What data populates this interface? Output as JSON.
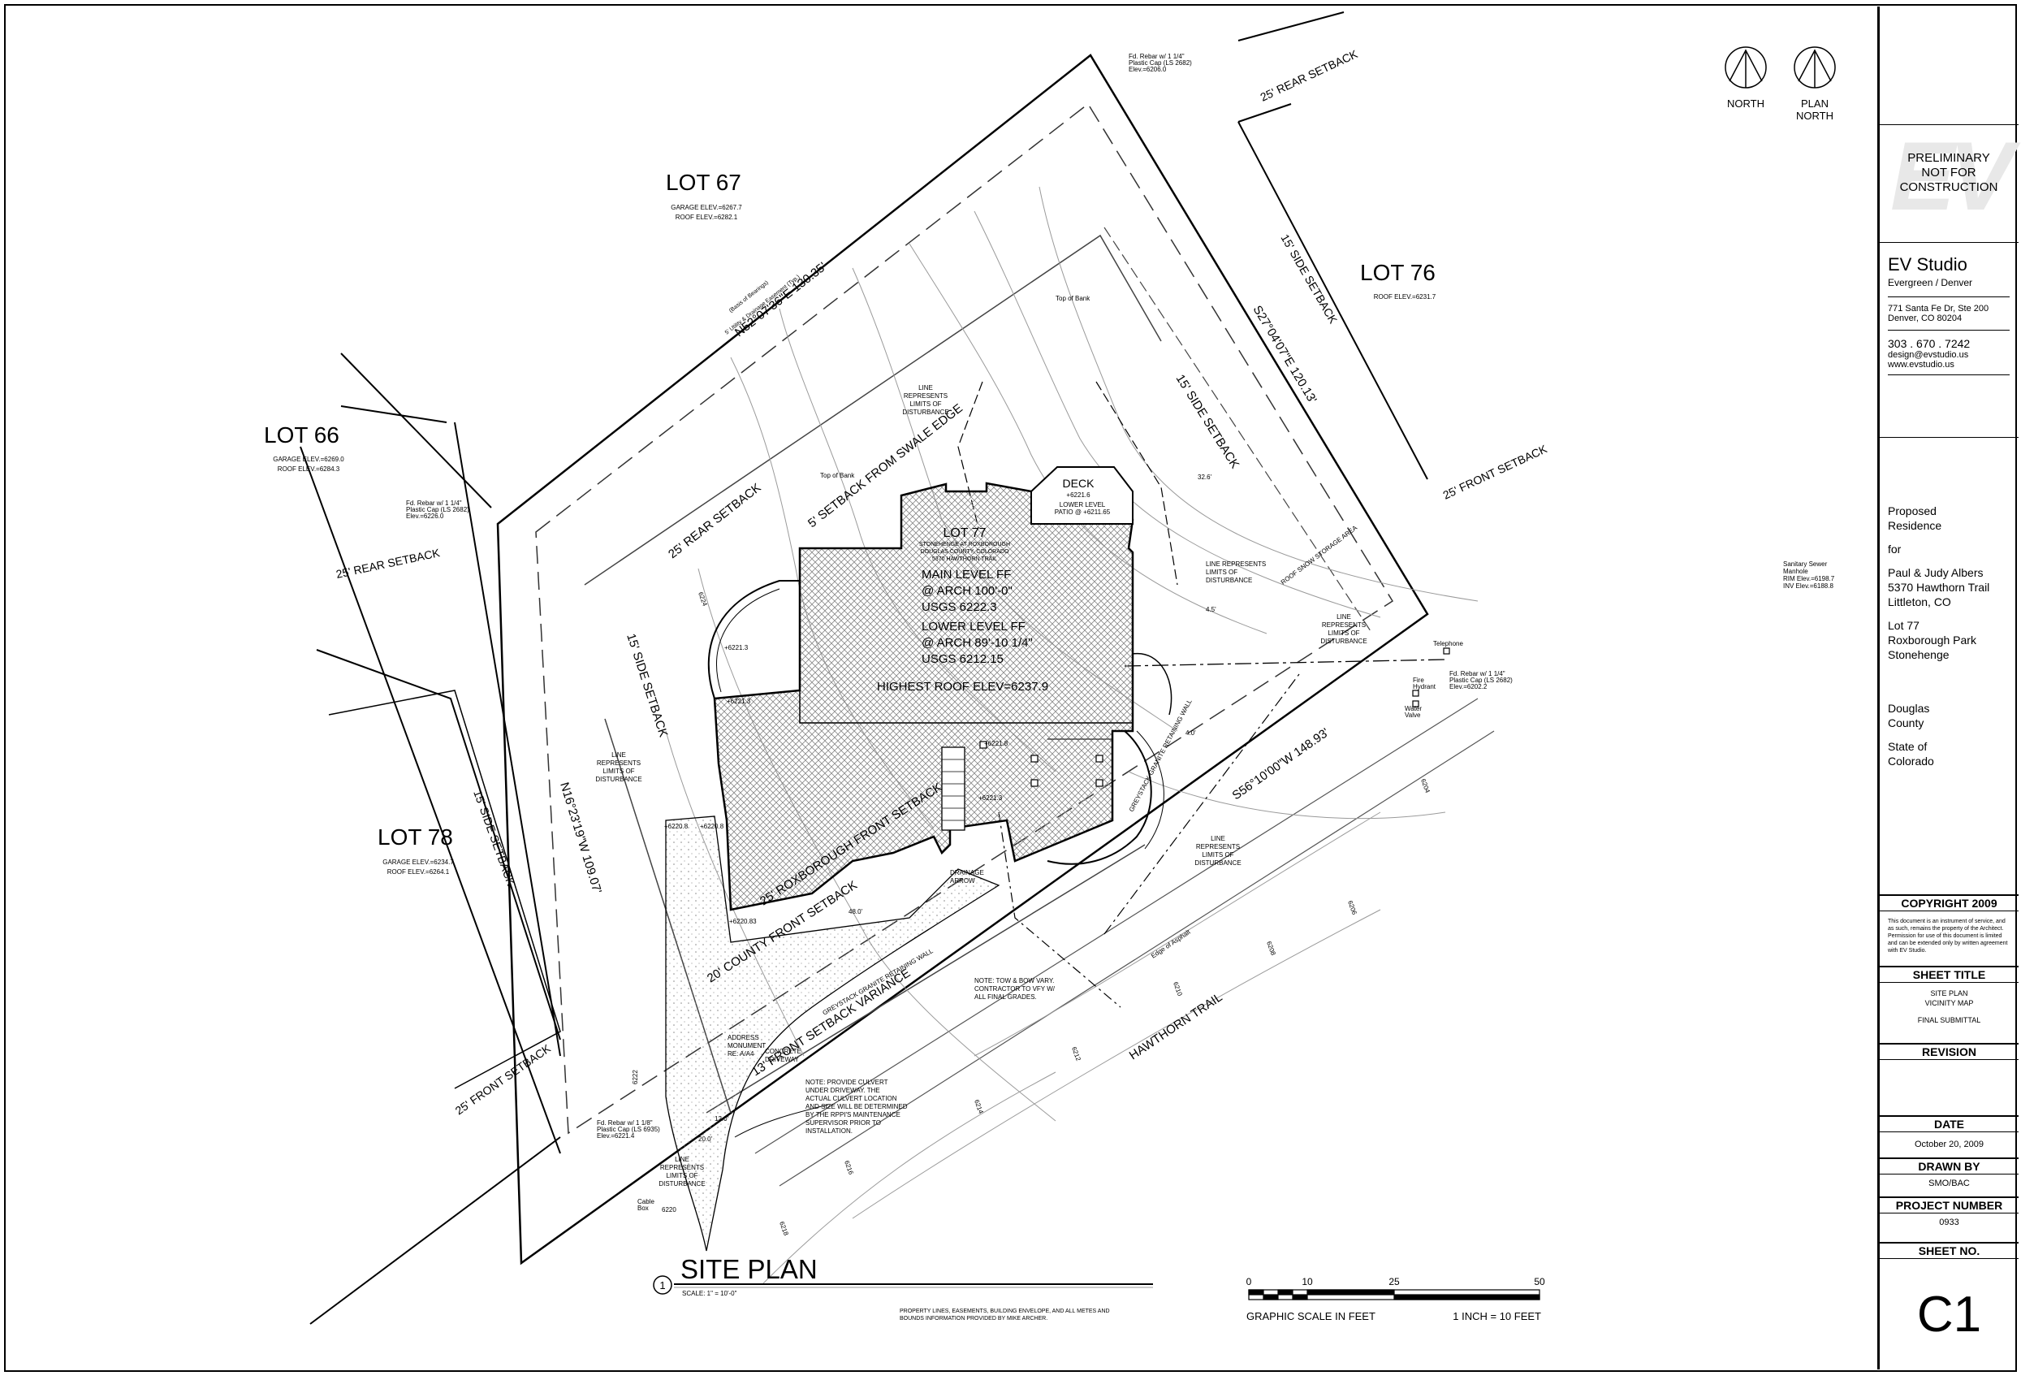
{
  "plan": {
    "title": "SITE PLAN",
    "number": "1",
    "scale": "SCALE:    1\" = 10'-0\"",
    "footnote": [
      "PROPERTY LINES, EASEMENTS, BUILDING ENVELOPE, AND ALL METES AND",
      "BOUNDS INFORMATION PROVIDED BY MIKE ARCHER."
    ],
    "graphic_scale": {
      "ticks": [
        "0",
        "10",
        "25",
        "50"
      ],
      "label": "GRAPHIC SCALE IN FEET",
      "ratio": "1 INCH = 10 FEET"
    },
    "north": {
      "north": "NORTH",
      "plan_north": [
        "PLAN",
        "NORTH"
      ]
    }
  },
  "lots": {
    "lot67": {
      "name": "LOT 67",
      "garage": "GARAGE ELEV.=6267.7",
      "roof": "ROOF ELEV.=6282.1"
    },
    "lot66": {
      "name": "LOT 66",
      "garage": "GARAGE ELEV.=6269.0",
      "roof": "ROOF ELEV.=6284.3"
    },
    "lot76": {
      "name": "LOT 76",
      "roof": "ROOF ELEV.=6231.7"
    },
    "lot78": {
      "name": "LOT 78",
      "garage": "GARAGE ELEV.=6234.7",
      "roof": "ROOF ELEV.=6264.1"
    }
  },
  "boundary": {
    "north": "N52°07'36\"E  130.35'",
    "east": "S27°04'07\"E  120.13'",
    "south": "S56°10'00\"W  148.93'",
    "west": "N16°23'19\"W  109.07'",
    "basis": "(Basis of Bearings)",
    "easement": "5' Utility & Drainage Easement (Typ.)"
  },
  "setbacks": {
    "rear": "25' REAR SETBACK",
    "swale": "5' SETBACK FROM SWALE EDGE",
    "side_east": "15' SIDE SETBACK",
    "side_west": "15' SIDE SETBACK",
    "roxborough": "25' ROXBOROUGH FRONT SETBACK",
    "county": "20' COUNTY FRONT SETBACK",
    "variance": "13' FRONT SETBACK VARIANCE",
    "lot76_rear": "25' REAR SETBACK",
    "lot76_side": "15' SIDE SETBACK",
    "lot76_front": "25' FRONT SETBACK",
    "lot78_rear": "25' REAR SETBACK",
    "lot78_side": "15' SIDE SETBACK",
    "lot78_front": "25' FRONT SETBACK"
  },
  "house": {
    "lot": "LOT 77",
    "address": [
      "STONEHENGE AT ROXBOROUGH",
      "DOUGLAS COUNTY, COLORADO",
      "5370 HAWTHORN TRAIL"
    ],
    "main_ff": [
      "MAIN LEVEL FF",
      "@ ARCH 100'-0\"",
      "USGS 6222.3"
    ],
    "lower_ff": [
      "LOWER LEVEL FF",
      "@ ARCH 89'-10 1/4\"",
      "USGS 6212.15"
    ],
    "roof": "HIGHEST ROOF ELEV=6237.9",
    "deck": "DECK",
    "deck_elev": "+6221.6",
    "patio": [
      "LOWER LEVEL",
      "PATIO @ +6211.65"
    ]
  },
  "street": "HAWTHORN TRAIL",
  "notes": {
    "tow": [
      "NOTE: TOW & BOW VARY.",
      "CONTRACTOR TO VFY W/",
      "ALL FINAL GRADES."
    ],
    "culvert": [
      "NOTE: PROVIDE CULVERT",
      "UNDER DRIVEWAY. THE",
      "ACTUAL CULVERT LOCATION",
      "AND SIZE WILL BE DETERMINED",
      "BY THE RPPI'S MAINTENANCE",
      "SUPERVISOR PRIOR TO",
      "INSTALLATION."
    ],
    "disturbance": [
      "LINE",
      "REPRESENTS",
      "LIMITS OF",
      "DISTURBANCE"
    ],
    "disturbance2": [
      "LINE REPRESENTS",
      "LIMITS OF",
      "DISTURBANCE"
    ],
    "monument": [
      "ADDRESS",
      "MONUMENT",
      "RE: A/A4"
    ],
    "driveway": [
      "CONCRETE",
      "DRIVEWAY"
    ],
    "drainage": [
      "DRAINAGE",
      "ARROW"
    ],
    "sewer": [
      "Sanitary Sewer",
      "Manhole",
      "RIM Elev.=6198.7",
      "INV Elev.=6188.8"
    ],
    "rebar_n": [
      "Fd. Rebar w/ 1 1/4\"",
      "Plastic Cap (LS 2682)",
      "Elev.=6206.0"
    ],
    "rebar_w": [
      "Fd. Rebar w/ 1 1/4\"",
      "Plastic Cap (LS 2682)",
      "Elev.=6226.0"
    ],
    "rebar_e": [
      "Fd. Rebar w/ 1 1/4\"",
      "Plastic Cap (LS 2682)",
      "Elev.=6202.2"
    ],
    "rebar_s": [
      "Fd. Rebar w/ 1 1/8\"",
      "Plastic Cap (LS 6935)",
      "Elev.=6221.4"
    ],
    "telephone": "Telephone",
    "hydrant": [
      "Fire",
      "Hydrant"
    ],
    "valve": [
      "Water",
      "Valve"
    ],
    "cable": [
      "Cable",
      "Box"
    ],
    "asphalt": "Edge of Asphalt",
    "snow": "ROOF SNOW STORAGE AREA",
    "granite": "GREYSTACK GRANITE RETAINING WALL",
    "top_bank": "Top of Bank"
  },
  "spot_elevs": [
    "+6221.3",
    "+6221.3",
    "+6221.8",
    "+6221.3",
    "+6220.8",
    "+6220.8",
    "+6220.83",
    "6220",
    "6222",
    "6218",
    "6216",
    "6214",
    "6212",
    "6210",
    "6208",
    "6206",
    "6204",
    "6224"
  ],
  "dims": [
    "4.5'",
    "4.0'",
    "12.0'",
    "20.0'",
    "48.0'",
    "32.6'"
  ],
  "titleblock": {
    "watermark": "EV",
    "prelim": [
      "PRELIMINARY",
      "NOT FOR",
      "CONSTRUCTION"
    ],
    "firm": "EV Studio",
    "cities": "Evergreen  /  Denver",
    "address": [
      "771 Santa Fe Dr, Ste 200",
      "Denver, CO 80204"
    ],
    "contact": [
      "303 . 670 . 7242",
      "design@evstudio.us",
      "www.evstudio.us"
    ],
    "project": [
      "Proposed",
      "Residence"
    ],
    "for": "for",
    "client": [
      "Paul & Judy Albers",
      "5370 Hawthorn Trail",
      "Littleton, CO"
    ],
    "lot": [
      "Lot 77",
      "Roxborough Park",
      "Stonehenge"
    ],
    "county": [
      "Douglas",
      "County"
    ],
    "state": [
      "State of",
      "Colorado"
    ],
    "copyright": "COPYRIGHT 2009",
    "copyright_text": [
      "This document is an instrument of service, and",
      "as such, remains the property of the Architect.",
      "Permission for use of this document is limited",
      "and can be extended only by written agreement",
      "with EV Studio."
    ],
    "sheet_title_label": "SHEET TITLE",
    "sheet_title": [
      "SITE PLAN",
      "VICINITY MAP",
      "FINAL SUBMITTAL"
    ],
    "revision_label": "REVISION",
    "date_label": "DATE",
    "date": "October 20, 2009",
    "drawn_label": "DRAWN BY",
    "drawn": "SMO/BAC",
    "project_label": "PROJECT NUMBER",
    "project_number": "0933",
    "sheet_label": "SHEET NO.",
    "sheet": "C1"
  }
}
